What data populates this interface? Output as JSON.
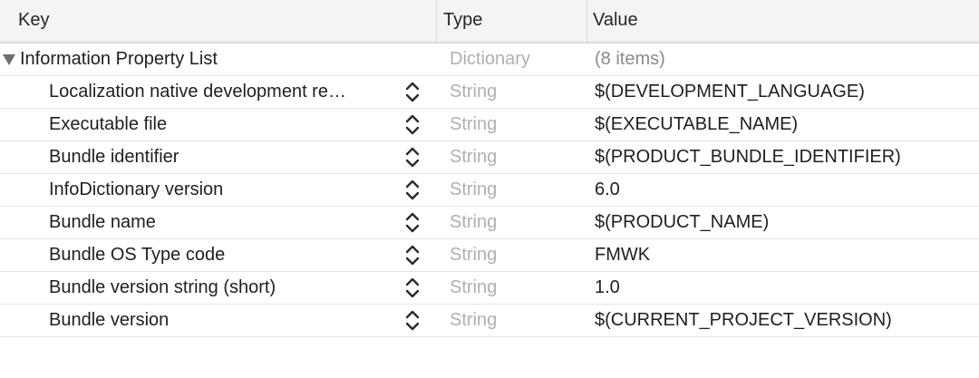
{
  "header": {
    "key_label": "Key",
    "type_label": "Type",
    "value_label": "Value"
  },
  "root": {
    "key": "Information Property List",
    "type": "Dictionary",
    "value": "(8 items)",
    "expanded": true
  },
  "rows": [
    {
      "key": "Localization native development re…",
      "type": "String",
      "value": "$(DEVELOPMENT_LANGUAGE)"
    },
    {
      "key": "Executable file",
      "type": "String",
      "value": "$(EXECUTABLE_NAME)"
    },
    {
      "key": "Bundle identifier",
      "type": "String",
      "value": "$(PRODUCT_BUNDLE_IDENTIFIER)"
    },
    {
      "key": "InfoDictionary version",
      "type": "String",
      "value": "6.0"
    },
    {
      "key": "Bundle name",
      "type": "String",
      "value": "$(PRODUCT_NAME)"
    },
    {
      "key": "Bundle OS Type code",
      "type": "String",
      "value": "FMWK"
    },
    {
      "key": "Bundle version string (short)",
      "type": "String",
      "value": "1.0"
    },
    {
      "key": "Bundle version",
      "type": "String",
      "value": "$(CURRENT_PROJECT_VERSION)"
    }
  ],
  "icons": {
    "disclosure": "disclosure-triangle-down-icon",
    "stepper": "up-down-chevron-icon"
  }
}
